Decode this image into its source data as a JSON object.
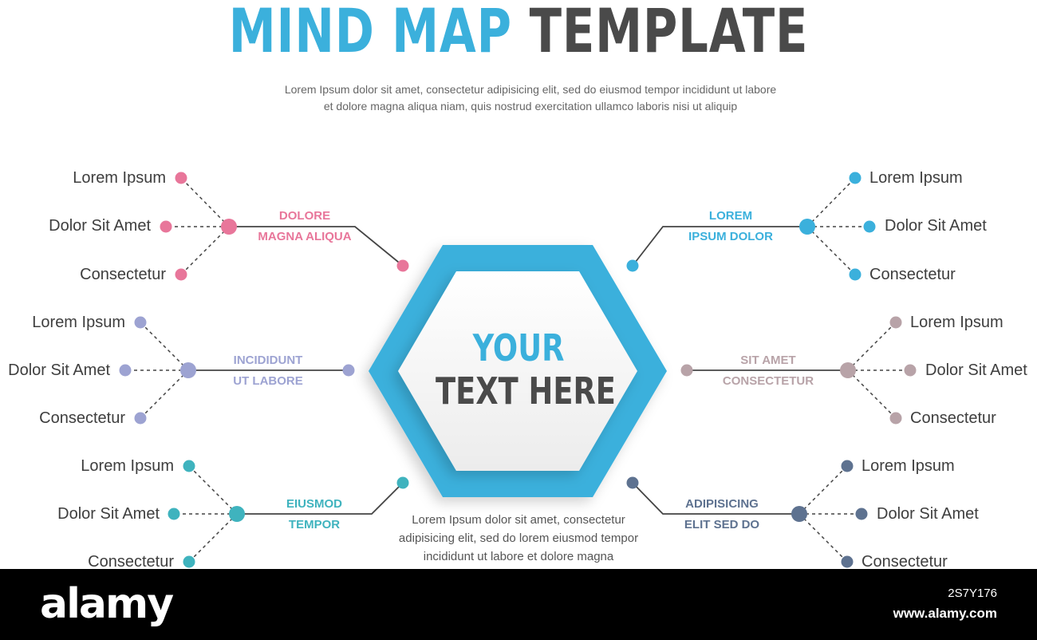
{
  "title": {
    "part_a": "MIND MAP",
    "part_b": "TEMPLATE"
  },
  "subtitle": [
    "Lorem Ipsum dolor sit amet, consectetur adipisicing elit, sed do eiusmod tempor incididunt ut labore",
    "et dolore magna aliqua niam, quis nostrud exercitation ullamco laboris nisi ut aliquip"
  ],
  "center": {
    "line1": "YOUR",
    "line2": "TEXT HERE",
    "color_accent": "#3bb0dc",
    "color_dark": "#4a4a4a"
  },
  "bottom_text": [
    "Lorem Ipsum dolor sit amet, consectetur",
    "adipisicing elit, sed do lorem eiusmod tempor",
    "incididunt ut labore et dolore magna"
  ],
  "branches": [
    {
      "side": "left",
      "label": [
        "DOLORE",
        "MAGNA ALIQUA"
      ],
      "color": "#e8769a",
      "leaves": [
        "Lorem Ipsum",
        "Dolor Sit Amet",
        "Consectetur"
      ]
    },
    {
      "side": "left",
      "label": [
        "INCIDIDUNT",
        "UT LABORE"
      ],
      "color": "#9da3d2",
      "leaves": [
        "Lorem Ipsum",
        "Dolor Sit Amet",
        "Consectetur"
      ]
    },
    {
      "side": "left",
      "label": [
        "EIUSMOD",
        "TEMPOR"
      ],
      "color": "#3fb3be",
      "leaves": [
        "Lorem Ipsum",
        "Dolor Sit Amet",
        "Consectetur"
      ]
    },
    {
      "side": "right",
      "label": [
        "LOREM",
        "IPSUM DOLOR"
      ],
      "color": "#3bb0dc",
      "leaves": [
        "Lorem Ipsum",
        "Dolor Sit Amet",
        "Consectetur"
      ]
    },
    {
      "side": "right",
      "label": [
        "SIT AMET",
        "CONSECTETUR"
      ],
      "color": "#b8a3a8",
      "leaves": [
        "Lorem Ipsum",
        "Dolor Sit Amet",
        "Consectetur"
      ]
    },
    {
      "side": "right",
      "label": [
        "ADIPISICING",
        "ELIT SED DO"
      ],
      "color": "#5e7290",
      "leaves": [
        "Lorem Ipsum",
        "Dolor Sit Amet",
        "Consectetur"
      ]
    }
  ],
  "footer": {
    "logo": "alamy",
    "image_id": "2S7Y176",
    "site": "www.alamy.com"
  }
}
